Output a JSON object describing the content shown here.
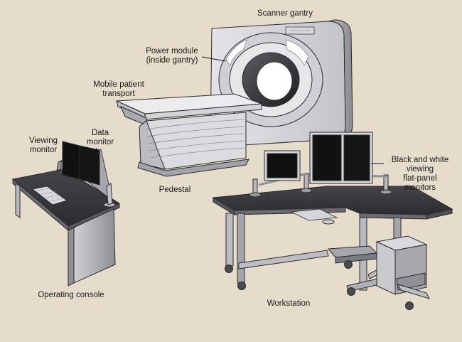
{
  "labels": {
    "scanner_gantry": "Scanner gantry",
    "power_module": "Power module\n(inside gantry)",
    "mobile_patient_transport": "Mobile patient\ntransport",
    "viewing_monitor": "Viewing\nmonitor",
    "data_monitor": "Data\nmonitor",
    "pedestal": "Pedestal",
    "black_white_monitors": "Black and white\nviewing\nflat-panel\nmonitors",
    "operating_console": "Operating console",
    "workstation": "Workstation"
  },
  "colors": {
    "background": "#e6dccb",
    "gantry_light": "#e3e3e6",
    "gantry_dark": "#9b9ba3",
    "metal_dark": "#4a4a4f",
    "screen": "#111111",
    "outline": "#2b2b2b"
  }
}
